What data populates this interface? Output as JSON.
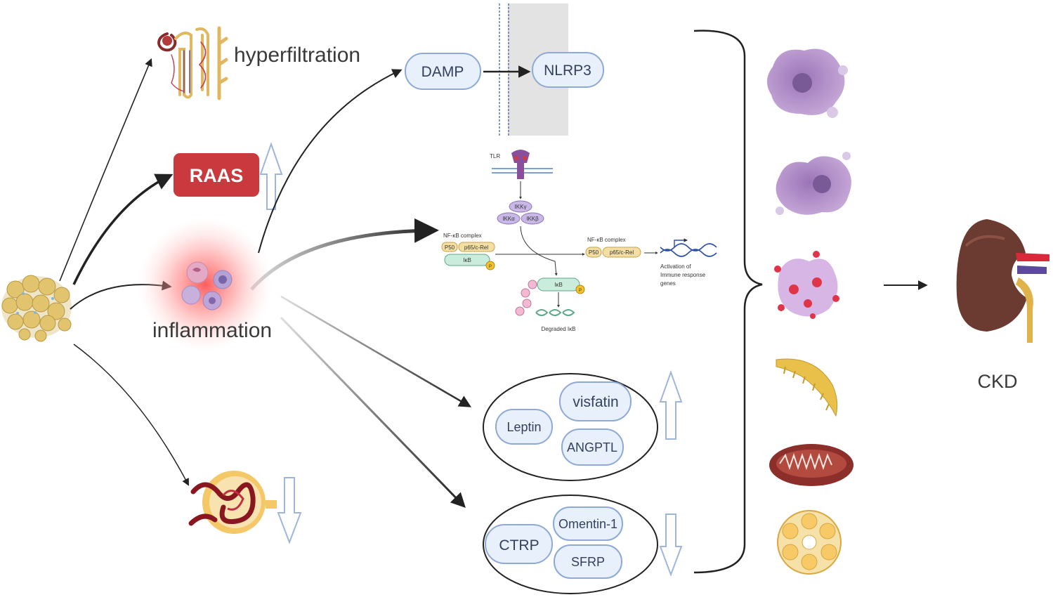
{
  "labels": {
    "hyperfiltration": "hyperfiltration",
    "raas": "RAAS",
    "inflammation": "inflammation",
    "damp": "DAMP",
    "nlrp3": "NLRP3",
    "ckd": "CKD"
  },
  "nfkb": {
    "tlr": "TLR",
    "ikk_gamma": "IKKγ",
    "ikk_alpha": "IKKα",
    "ikk_beta": "IKKβ",
    "complex_left": "NF-κB complex",
    "complex_right": "NF-κB complex",
    "p50": "P50",
    "p65": "p65/c-Rel",
    "ikb": "IκB",
    "ikb_free": "IκB",
    "p_mark": "P",
    "degraded": "Degraded IκB",
    "activation_line1": "Activation of",
    "activation_line2": "Immune response",
    "activation_line3": "genes"
  },
  "group_up": {
    "items": [
      "visfatin",
      "Leptin",
      "ANGPTL"
    ]
  },
  "group_down": {
    "items": [
      "Omentin-1",
      "CTRP",
      "SFRP"
    ]
  },
  "colors": {
    "pill_fill": "#e8f0fb",
    "pill_stroke": "#8ea9d6",
    "raas_fill": "#c9393d",
    "arrow_outline": "#9fb6dc",
    "inflammation_glow": "#ff5a5a",
    "kidney": "#6b3a30"
  },
  "icons": {
    "left_tissue": "adipose-tissue-icon",
    "nephron": "nephron-icon",
    "glomerulus": "glomerulus-icon",
    "immune_cells": "immune-cells-icon",
    "kidney": "kidney-icon"
  }
}
